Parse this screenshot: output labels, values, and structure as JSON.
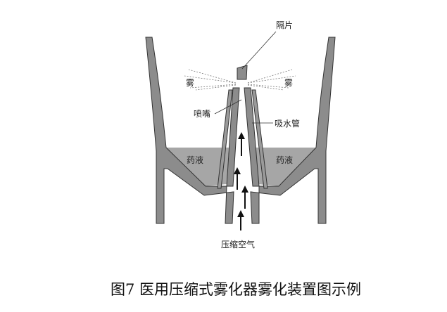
{
  "labels": {
    "baffle": "隔片",
    "mist_left": "雾",
    "mist_right": "雾",
    "nozzle": "喷嘴",
    "suction_tube": "吸水管",
    "liquid_left": "药液",
    "liquid_right": "药液",
    "compressed_air": "压缩空气"
  },
  "caption": "图7 医用压缩式雾化器雾化装置图示例",
  "colors": {
    "body": "#8c8c8c",
    "liquid": "#a6a6a6",
    "outline": "#333333"
  }
}
